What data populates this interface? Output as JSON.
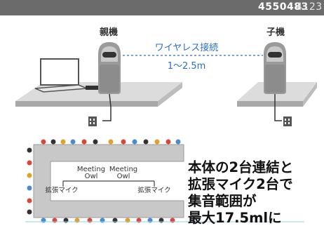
{
  "header": {
    "code_primary": "4550483",
    "code_secondary": "4123"
  },
  "diagram": {
    "parent_label": "親機",
    "child_label": "子機",
    "link_label": "ワイヤレス接続",
    "distance_label": "1〜2.5m",
    "mic_left_label": "拡張マイク",
    "mic_right_label": "拡張マイク",
    "owl_left_label_line1": "Meeting",
    "owl_left_label_line2": "Owl",
    "owl_right_label_line1": "Meeting",
    "owl_right_label_line2": "Owl",
    "link_color": "#2b6fc6"
  },
  "caption": {
    "line1": "本体の2台連結と",
    "line2": "拡張マイク2台で",
    "line3": "集音範囲が",
    "line4": "最大17.5mlに"
  }
}
